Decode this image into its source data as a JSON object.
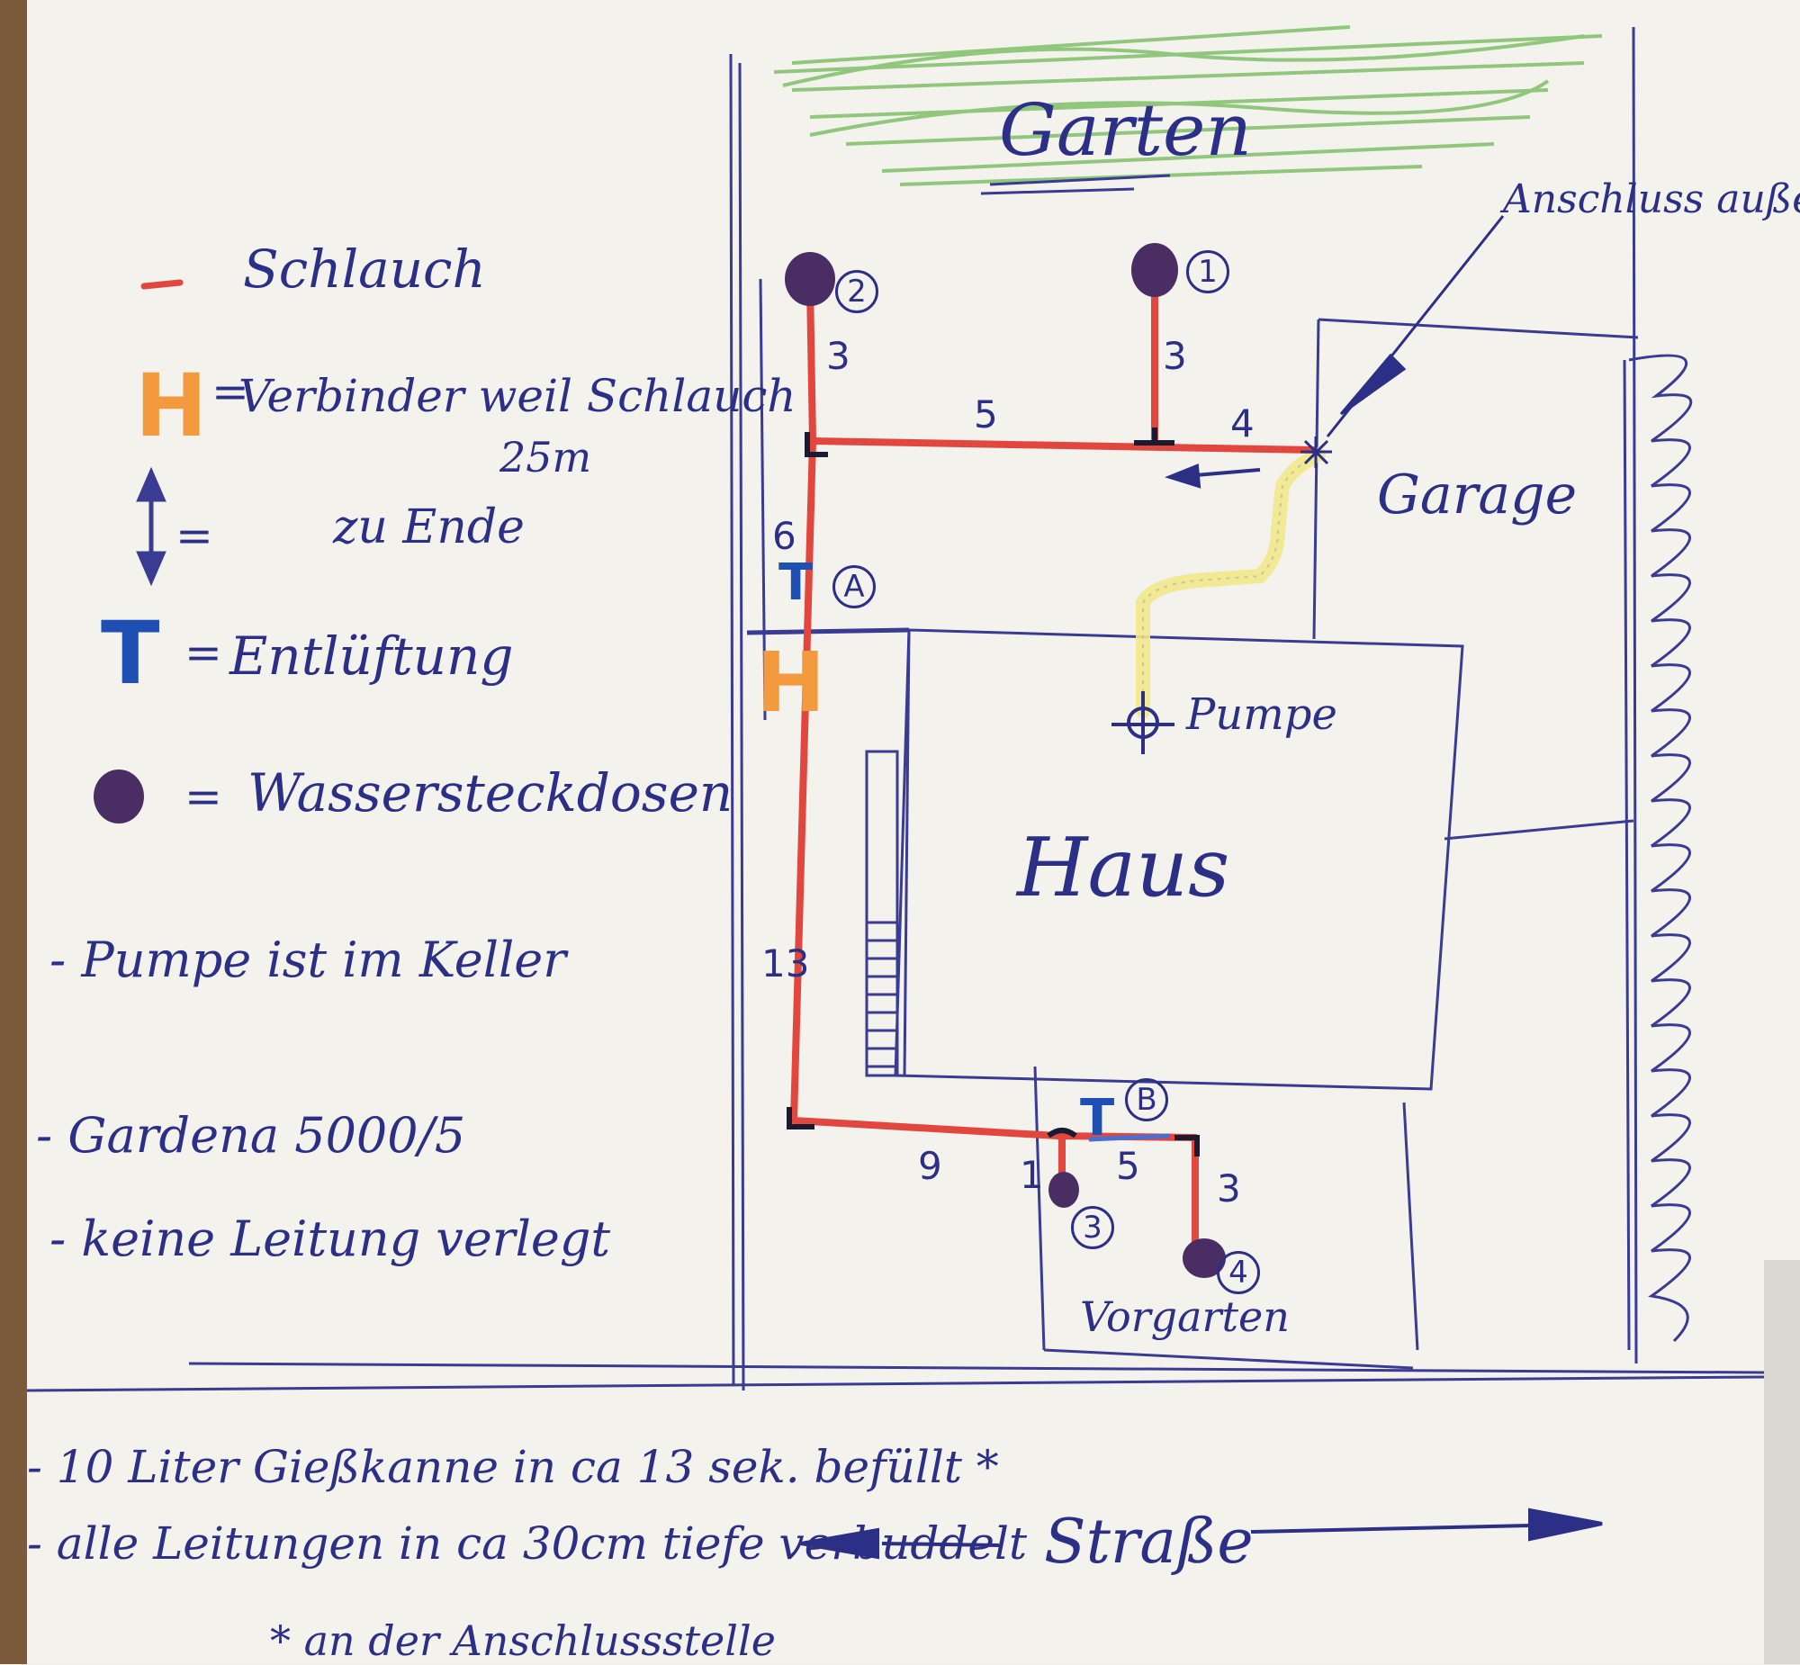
{
  "labels": {
    "garden": "Garten",
    "garage": "Garage",
    "house": "Haus",
    "front_garden": "Vorgarten",
    "pump": "Pumpe",
    "outside_connection": "Anschluss außen",
    "street": "Straße"
  },
  "legend": {
    "hose": "Schlauch",
    "connector": "Verbinder weil Schlauch",
    "connector_length": "25m",
    "arrow": "zu Ende",
    "vent": "Entlüftung",
    "socket": "Wassersteckdosen",
    "eq": "=",
    "dash": "-"
  },
  "symbols": {
    "connector": "H",
    "vent": "T"
  },
  "notes": [
    "- Pumpe ist im Keller",
    "- Gardena 5000/5",
    "- keine Leitung verlegt"
  ],
  "bottom_notes": [
    "- 10 Liter Gießkanne in ca 13 sek. befüllt *",
    "- alle Leitungen in ca 30cm tiefe verbuddelt",
    "* an der Anschlussstelle"
  ],
  "segments": {
    "s1": "5",
    "s2": "4",
    "s3": "3",
    "s4": "3",
    "s5": "6",
    "s6": "13",
    "s7": "9",
    "s8": "1",
    "s9": "5",
    "s10": "3"
  },
  "points": {
    "p1": "1",
    "p2": "2",
    "p3": "3",
    "p4": "4",
    "pa": "A",
    "pb": "B"
  },
  "colors": {
    "ink": "#2c2f86",
    "hose": "#e2473f",
    "connector": "#f39a3e",
    "vent": "#1f4fb3",
    "socket": "#4a2d63",
    "pump_line": "#f1e88a",
    "grass": "#7fc06a"
  }
}
